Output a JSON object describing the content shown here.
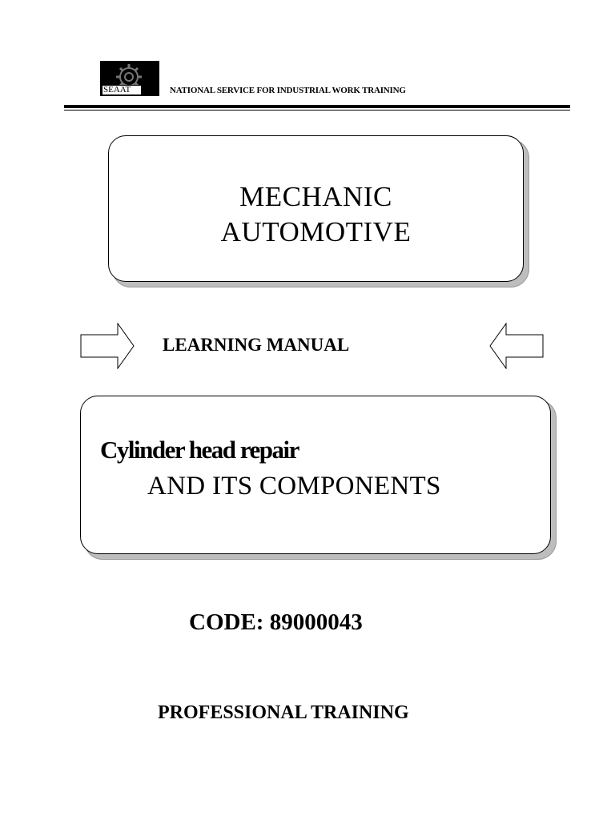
{
  "header": {
    "logo_text": "SEAAT",
    "organization": "NATIONAL SERVICE FOR INDUSTRIAL WORK TRAINING"
  },
  "title_box": {
    "line1": "MECHANIC",
    "line2": "AUTOMOTIVE"
  },
  "manual_type": "LEARNING MANUAL",
  "topic_box": {
    "line1": "Cylinder head repair",
    "line2": "AND ITS COMPONENTS"
  },
  "code": "CODE: 89000043",
  "footer": "PROFESSIONAL TRAINING"
}
